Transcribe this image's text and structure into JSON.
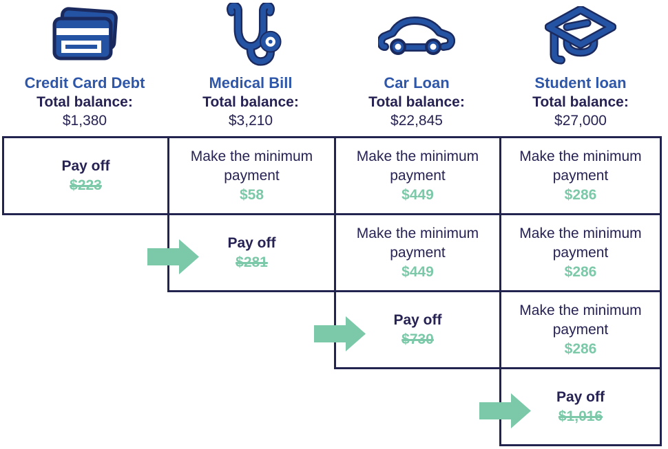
{
  "colors": {
    "title-blue": "#2E57AA",
    "navy-text": "#262253",
    "green": "#7BC9A8",
    "border-navy": "#232350",
    "icon-blue": "#2553A4",
    "icon-outline": "#1B2A5E"
  },
  "columns": [
    {
      "icon": "credit-card-icon",
      "title": "Credit Card Debt",
      "balance_label": "Total balance:",
      "balance": "$1,380"
    },
    {
      "icon": "stethoscope-icon",
      "title": "Medical Bill",
      "balance_label": "Total balance:",
      "balance": "$3,210"
    },
    {
      "icon": "car-icon",
      "title": "Car Loan",
      "balance_label": "Total balance:",
      "balance": "$22,845"
    },
    {
      "icon": "graduation-cap-icon",
      "title": "Student loan",
      "balance_label": "Total balance:",
      "balance": "$27,000"
    }
  ],
  "table": {
    "rows": [
      {
        "cells": [
          {
            "type": "payoff",
            "label": "Pay off",
            "amount": "$223",
            "struck": true,
            "arrow": false
          },
          {
            "type": "minimum",
            "label": "Make the minimum payment",
            "amount": "$58"
          },
          {
            "type": "minimum",
            "label": "Make the minimum payment",
            "amount": "$449"
          },
          {
            "type": "minimum",
            "label": "Make the minimum payment",
            "amount": "$286"
          }
        ]
      },
      {
        "cells": [
          {
            "type": "payoff",
            "label": "Pay off",
            "amount": "$281",
            "struck": true,
            "arrow": true
          },
          {
            "type": "minimum",
            "label": "Make the minimum payment",
            "amount": "$449"
          },
          {
            "type": "minimum",
            "label": "Make the minimum payment",
            "amount": "$286"
          }
        ]
      },
      {
        "cells": [
          {
            "type": "payoff",
            "label": "Pay off",
            "amount": "$730",
            "struck": true,
            "arrow": true
          },
          {
            "type": "minimum",
            "label": "Make the minimum payment",
            "amount": "$286"
          }
        ]
      },
      {
        "cells": [
          {
            "type": "payoff",
            "label": "Pay off",
            "amount": "$1,016",
            "struck": true,
            "arrow": true
          }
        ]
      }
    ]
  }
}
